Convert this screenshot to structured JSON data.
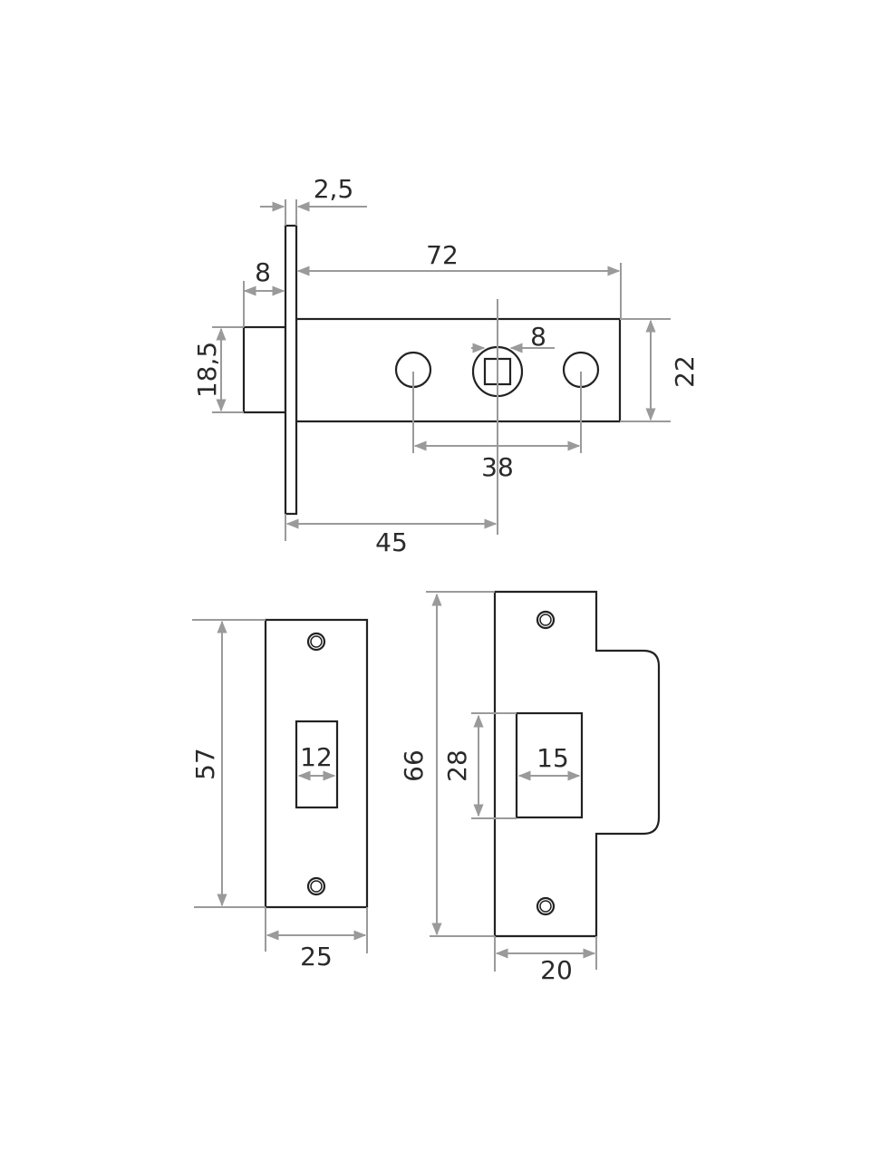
{
  "latch": {
    "faceplate_thickness": "2,5",
    "backset_body_length": "72",
    "bolt_projection": "8",
    "bolt_height": "18,5",
    "body_height": "22",
    "spindle_size": "8",
    "fixing_hole_spacing": "38",
    "backset": "45"
  },
  "strike_plate_flat": {
    "height": "57",
    "width": "25",
    "slot_width": "12"
  },
  "strike_plate_lipped": {
    "height": "66",
    "slot_height": "28",
    "slot_width": "15",
    "width": "20"
  },
  "colors": {
    "outline": "#222222",
    "dimension": "#9a9a9a"
  }
}
